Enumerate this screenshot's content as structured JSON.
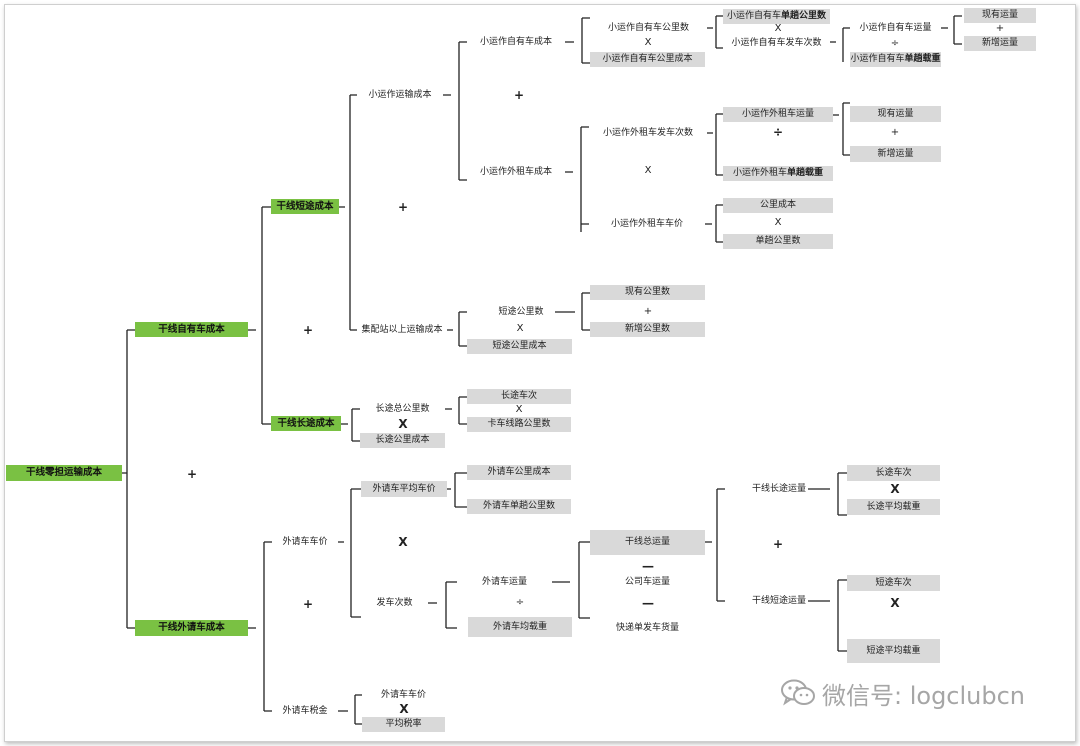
{
  "nodes": {
    "root": "干线零担运输成本",
    "own_cost": "干线自有车成本",
    "short_cost": "干线短途成本",
    "long_cost": "干线长途成本",
    "hire_cost": "干线外请车成本",
    "small_op": "小运作运输成本",
    "small_own": "小运作自有车成本",
    "small_hire": "小运作外租车成本",
    "above_station": "集配站以上运输成本",
    "so_km": "小运作自有车公里数",
    "so_km_cost": "小运作自有车公里成本",
    "so_trip_km_a": "小运作自有车",
    "so_trip_km_b": "单趟公里数",
    "so_trips": "小运作自有车发车次数",
    "so_volume": "小运作自有车运量",
    "so_load_a": "小运作自有车",
    "so_load_b": "单趟载重",
    "so_existing": "现有运量",
    "so_new": "新增运量",
    "sh_trips": "小运作外租车发车次数",
    "sh_price": "小运作外租车车价",
    "sh_volume": "小运作外租车运量",
    "sh_load_a": "小运作外租车",
    "sh_load_b": "单趟载重",
    "sh_existing": "现有运量",
    "sh_new": "新增运量",
    "sh_km_cost": "公里成本",
    "sh_single_km": "单趟公里数",
    "st_km": "短途公里数",
    "st_km_cost": "短途公里成本",
    "st_existing_km": "现有公里数",
    "st_new_km": "新增公里数",
    "lt_total_km": "长途总公里数",
    "lt_km_cost": "长途公里成本",
    "lt_trips": "长途车次",
    "lt_route_km": "卡车线路公里数",
    "hire_price": "外请车车价",
    "hire_tax": "外请车税金",
    "avg_price": "外请车平均车价",
    "depart_times": "发车次数",
    "hire_km_cost": "外请车公里成本",
    "hire_single_km": "外请车单趟公里数",
    "hire_volume": "外请车运量",
    "hire_avg_load": "外请车均载重",
    "total_volume": "干线总运量",
    "company_volume": "公司车运量",
    "express_volume": "快递单发车货量",
    "long_volume": "干线长途运量",
    "short_volume": "干线短途运量",
    "long_trips": "长途车次",
    "long_avg_load": "长途平均载重",
    "short_trips": "短途车次",
    "short_avg_load": "短途平均载重",
    "tax_price": "外请车车价",
    "avg_tax_rate": "平均税率"
  },
  "ops": {
    "plus": "+",
    "times": "X",
    "divide": "÷",
    "minus": "—"
  },
  "watermark": {
    "text": "微信号: logclubcn",
    "icon": "wechat-icon"
  },
  "colors": {
    "category_fill": "#7ac143",
    "leaf_fill": "#d9d9d9",
    "line": "#222222",
    "watermark": "#a6a6a6"
  }
}
